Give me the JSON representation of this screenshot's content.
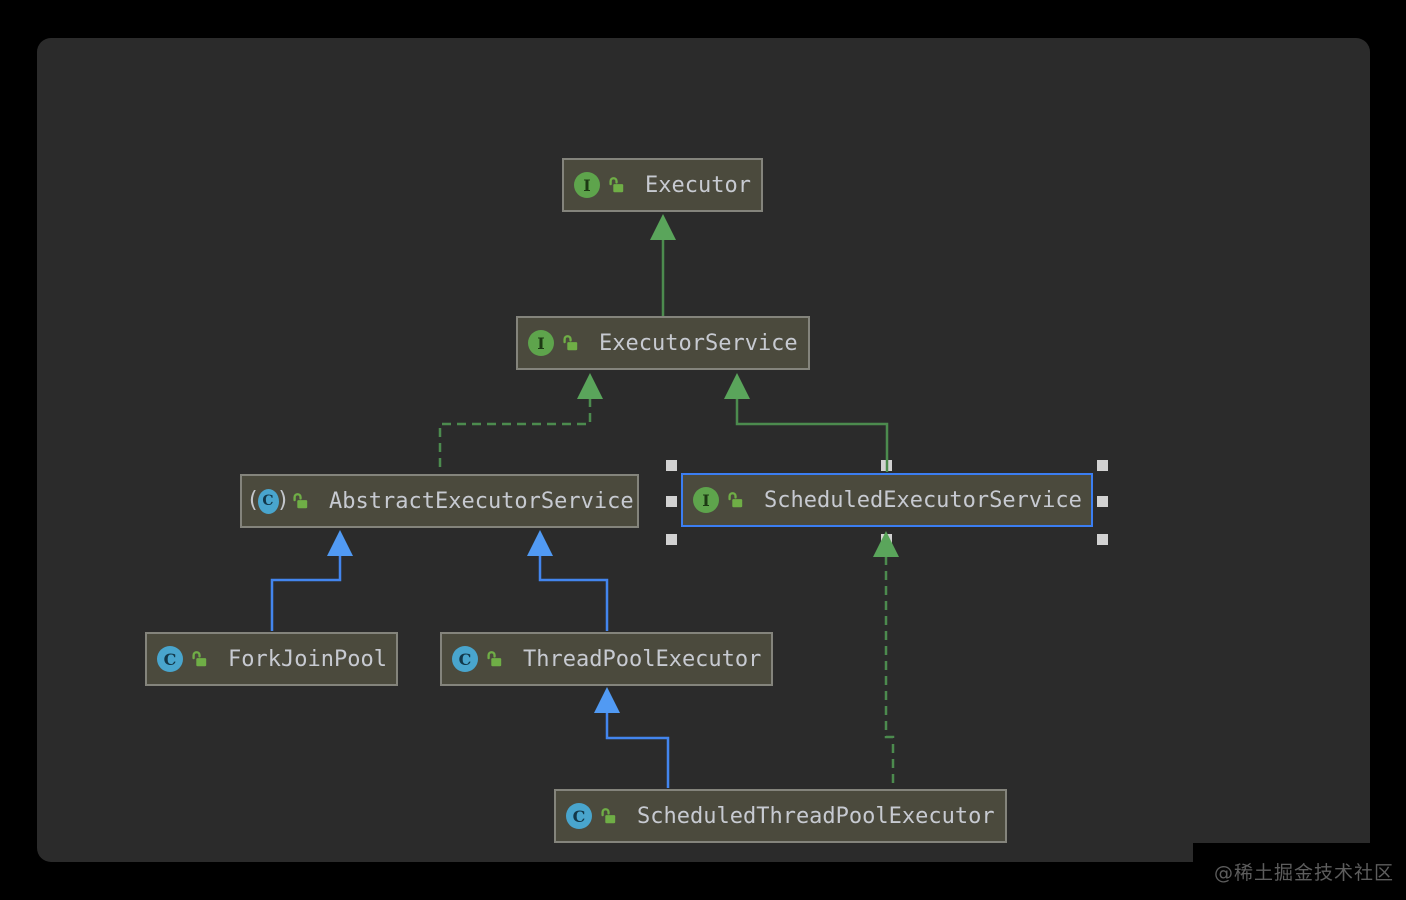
{
  "diagram": {
    "tool": "uml-class-diagram",
    "nodes": [
      {
        "id": "executor",
        "label": "Executor",
        "kind": "interface",
        "visibility": "public",
        "selected": false
      },
      {
        "id": "executor-service",
        "label": "ExecutorService",
        "kind": "interface",
        "visibility": "public",
        "selected": false
      },
      {
        "id": "abstract-executor-service",
        "label": "AbstractExecutorService",
        "kind": "abstract-class",
        "visibility": "public",
        "selected": false
      },
      {
        "id": "scheduled-executor-service",
        "label": "ScheduledExecutorService",
        "kind": "interface",
        "visibility": "public",
        "selected": true
      },
      {
        "id": "fork-join-pool",
        "label": "ForkJoinPool",
        "kind": "class",
        "visibility": "public",
        "selected": false
      },
      {
        "id": "thread-pool-executor",
        "label": "ThreadPoolExecutor",
        "kind": "class",
        "visibility": "public",
        "selected": false
      },
      {
        "id": "scheduled-thread-pool-executor",
        "label": "ScheduledThreadPoolExecutor",
        "kind": "class",
        "visibility": "public",
        "selected": false
      }
    ],
    "edges": [
      {
        "from": "ExecutorService",
        "to": "Executor",
        "relation": "extends",
        "style": "solid-green"
      },
      {
        "from": "AbstractExecutorService",
        "to": "ExecutorService",
        "relation": "implements",
        "style": "dashed-green"
      },
      {
        "from": "ScheduledExecutorService",
        "to": "ExecutorService",
        "relation": "extends",
        "style": "solid-green"
      },
      {
        "from": "ForkJoinPool",
        "to": "AbstractExecutorService",
        "relation": "extends",
        "style": "solid-blue"
      },
      {
        "from": "ThreadPoolExecutor",
        "to": "AbstractExecutorService",
        "relation": "extends",
        "style": "solid-blue"
      },
      {
        "from": "ScheduledThreadPoolExecutor",
        "to": "ThreadPoolExecutor",
        "relation": "extends",
        "style": "solid-blue"
      },
      {
        "from": "ScheduledThreadPoolExecutor",
        "to": "ScheduledExecutorService",
        "relation": "implements",
        "style": "dashed-green"
      }
    ],
    "icons": {
      "interface_letter": "I",
      "class_letter": "C",
      "paren_open": "(",
      "paren_close": ")",
      "lock_icon": "public-open-padlock"
    },
    "colors": {
      "canvas_bg": "#2b2b2b",
      "node_bg": "#4b4a3d",
      "node_border": "#84847c",
      "node_text": "#c7cad1",
      "selection_border": "#3b7ef2",
      "handle": "#d2d2d2",
      "green_line": "#4c8b4e",
      "green_arrow": "#5aa55b",
      "blue_line": "#4385ee",
      "blue_arrow": "#519af3",
      "interface_icon": "#5ea44c",
      "class_icon": "#49a5cd",
      "lock_green": "#6fae46"
    }
  },
  "watermark": {
    "text": "@稀土掘金技术社区"
  }
}
